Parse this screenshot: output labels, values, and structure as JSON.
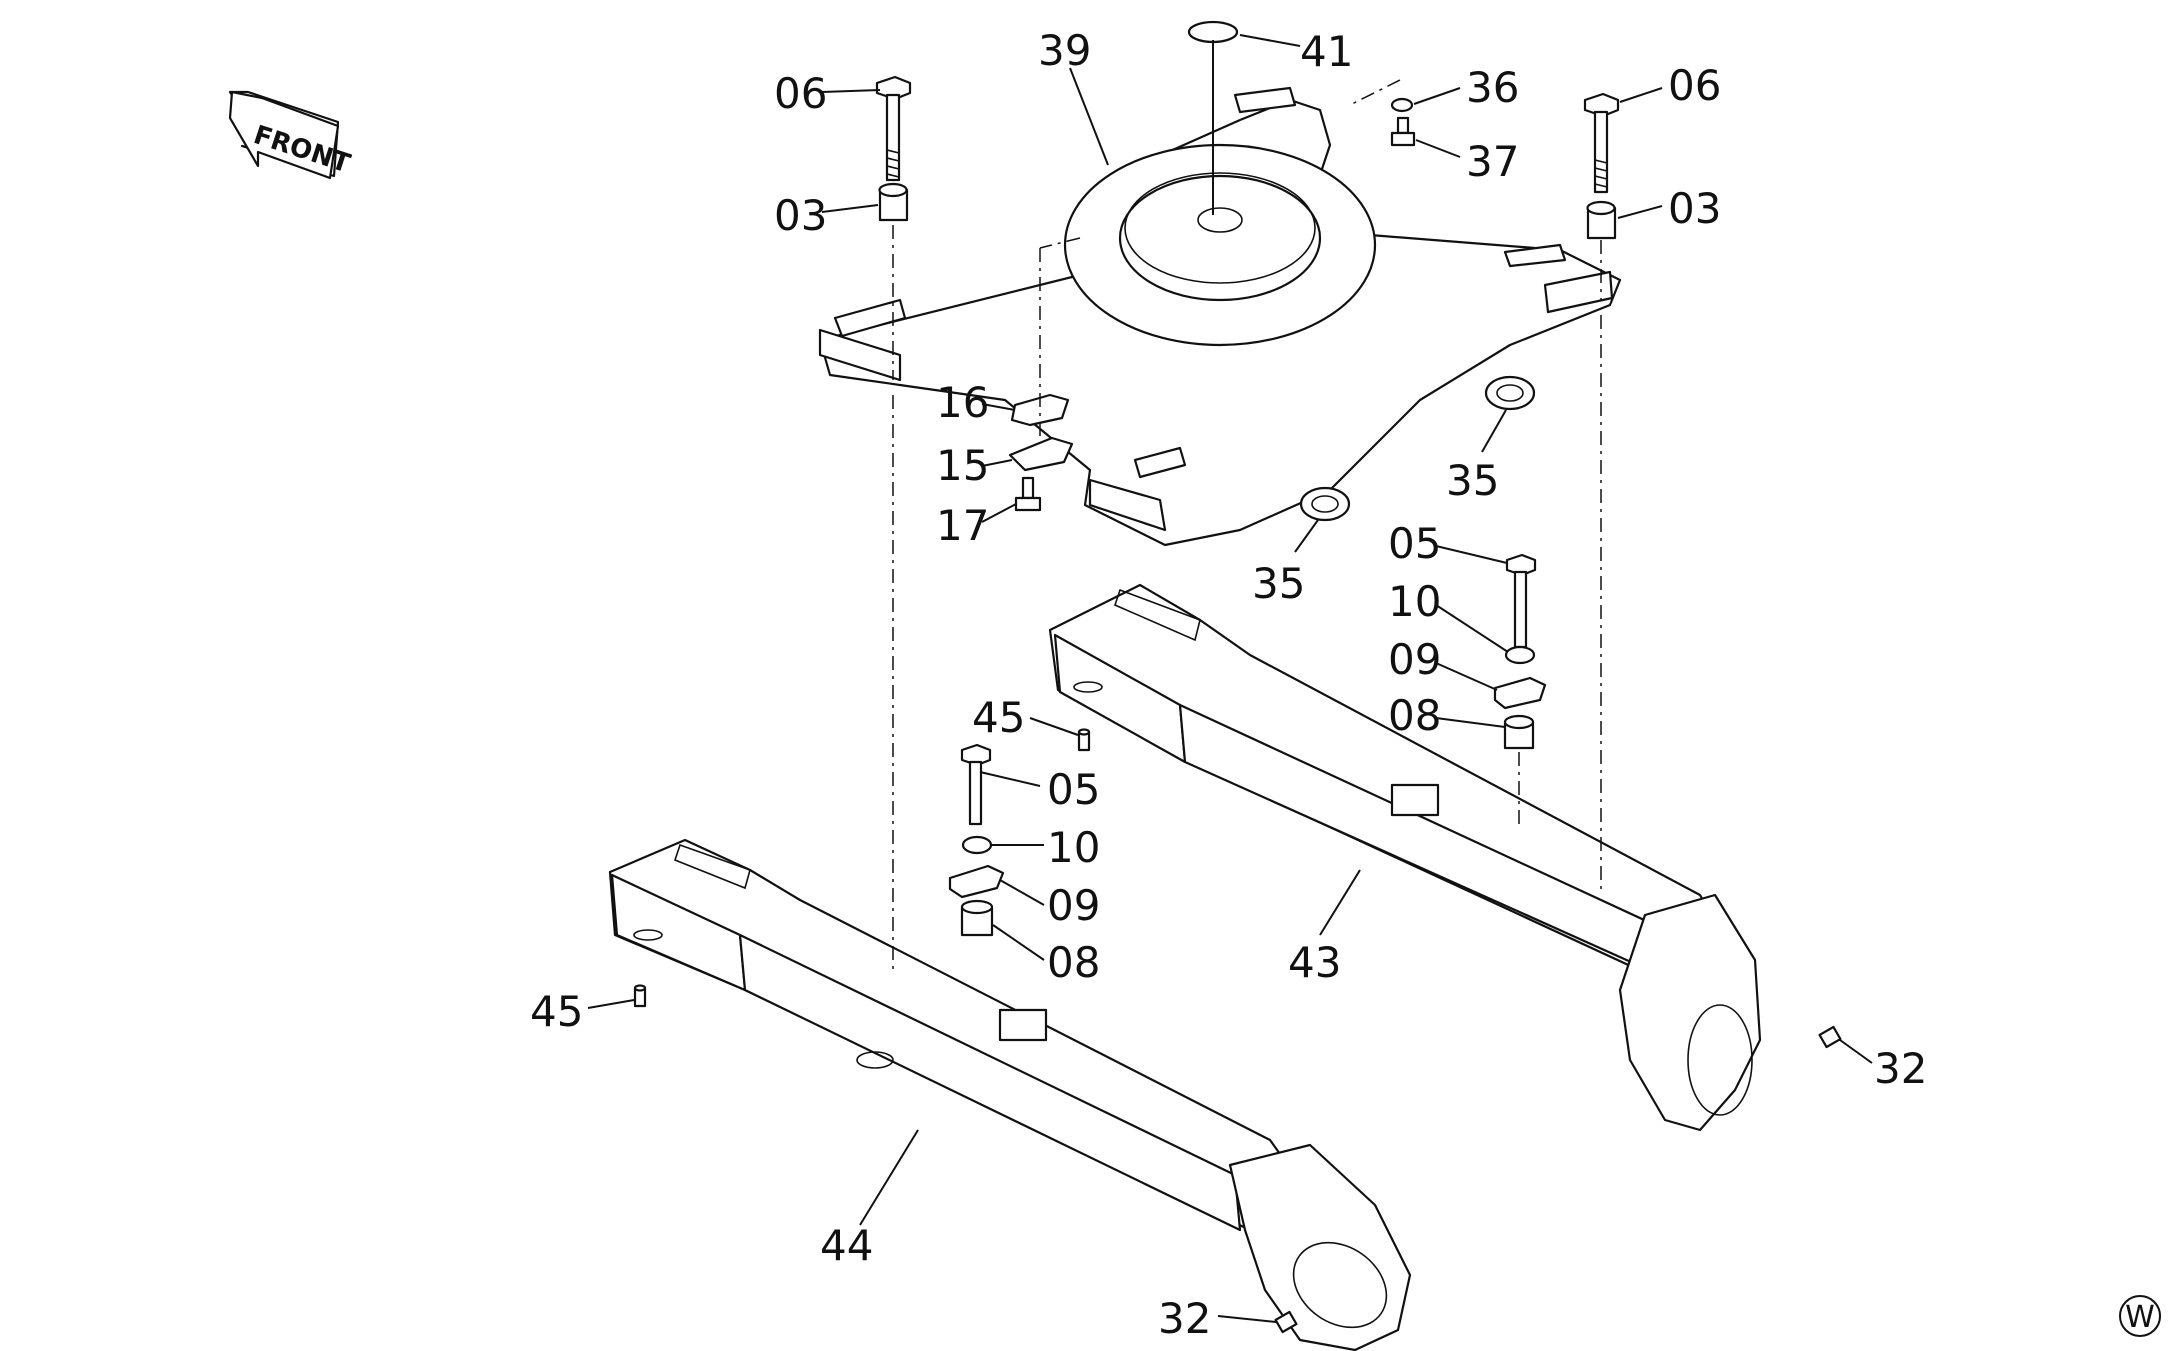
{
  "front_label": "FRONT",
  "corner_mark": "W",
  "callouts": {
    "p06_left": "06",
    "p03_left": "03",
    "p39": "39",
    "p41": "41",
    "p36": "36",
    "p37": "37",
    "p06_right": "06",
    "p03_right": "03",
    "p16": "16",
    "p15": "15",
    "p17": "17",
    "p35_right": "35",
    "p35_center": "35",
    "p05_right": "05",
    "p10_right": "10",
    "p09_right": "09",
    "p08_right": "08",
    "p45_upper": "45",
    "p05_left": "05",
    "p10_left": "10",
    "p09_left": "09",
    "p08_left": "08",
    "p43": "43",
    "p45_lower": "45",
    "p32_right": "32",
    "p44": "44",
    "p32_bottom": "32"
  }
}
